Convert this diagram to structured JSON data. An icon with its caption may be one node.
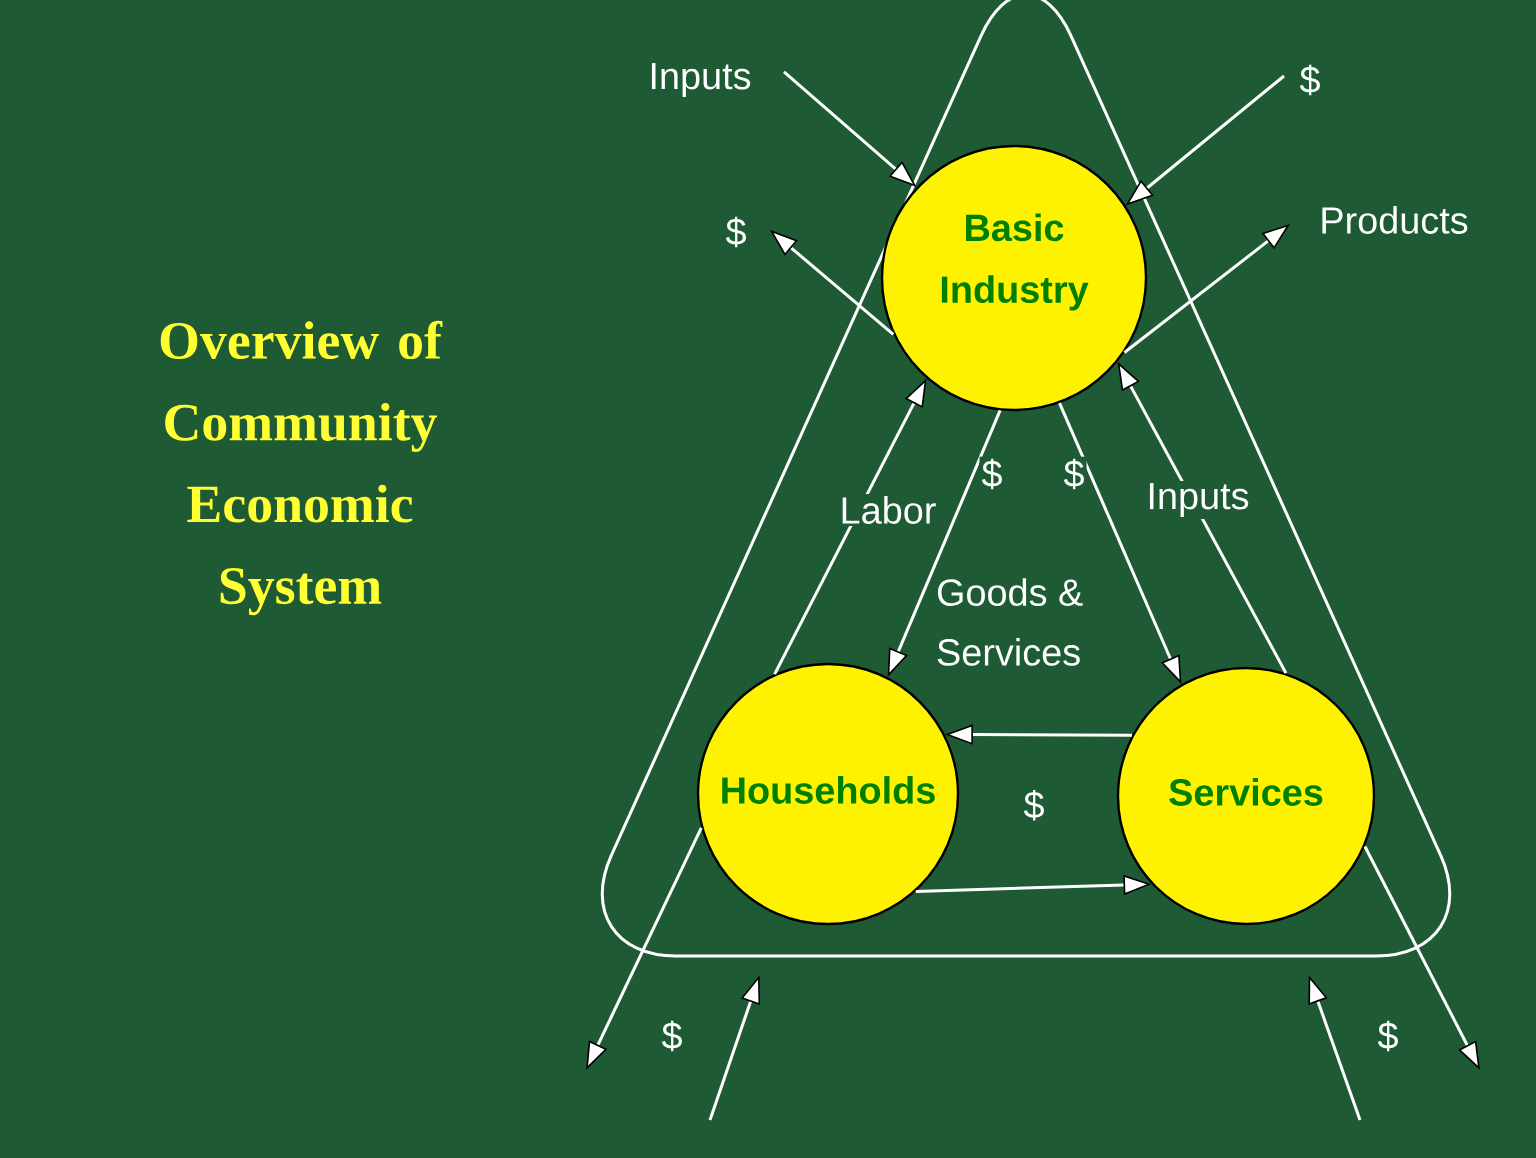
{
  "diagram": {
    "title": "Overview of Community Economic System",
    "nodes": [
      {
        "text": [],
        "shape": "triangle"
      },
      {
        "text": [
          "Basic Industry"
        ],
        "in": 0
      },
      {
        "text": [
          "Households"
        ],
        "in": 0
      },
      {
        "text": [
          "Services"
        ],
        "in": 0
      }
    ],
    "edges": [
      {
        "from": null,
        "to": 1,
        "arrow": "to",
        "label": "Inputs"
      },
      {
        "from": null,
        "to": 1,
        "arrow": "to",
        "label": "$"
      },
      {
        "from": 1,
        "to": null,
        "arrow": "to",
        "label": "$"
      },
      {
        "from": 1,
        "to": null,
        "arrow": "to",
        "label": "Products"
      },
      {
        "from": 2,
        "to": 1,
        "arrow": "to",
        "label": "Labor"
      },
      {
        "from": 1,
        "to": 2,
        "arrow": "to",
        "label": "$"
      },
      {
        "from": 1,
        "to": 3,
        "arrow": "to",
        "label": "$"
      },
      {
        "from": 3,
        "to": 1,
        "arrow": "to",
        "label": "Inputs"
      },
      {
        "from": 3,
        "to": 2,
        "arrow": "to"
      },
      {
        "from": 2,
        "to": 3,
        "arrow": "to"
      },
      {
        "from": 2,
        "to": null,
        "arrow": "to",
        "label": "$"
      },
      {
        "from": null,
        "to": 0,
        "arrow": "to"
      },
      {
        "from": null,
        "to": 0,
        "arrow": "to"
      },
      {
        "from": 3,
        "to": null,
        "arrow": "to",
        "label": "$"
      }
    ],
    "labels": [
      "Goods & Services",
      "$"
    ]
  }
}
